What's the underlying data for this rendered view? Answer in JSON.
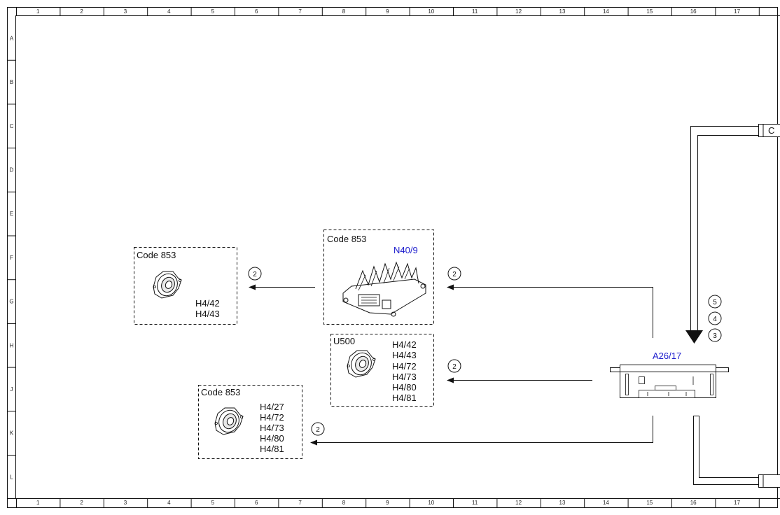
{
  "grid": {
    "columns": [
      "1",
      "2",
      "3",
      "4",
      "5",
      "6",
      "7",
      "8",
      "9",
      "10",
      "11",
      "12",
      "13",
      "14",
      "15",
      "16",
      "17"
    ],
    "rows": [
      "A",
      "B",
      "C",
      "D",
      "E",
      "F",
      "G",
      "H",
      "J",
      "K",
      "L"
    ]
  },
  "components": {
    "speaker_group_left": {
      "code": "Code 853",
      "parts": [
        "H4/42",
        "H4/43"
      ]
    },
    "amplifier": {
      "code": "Code 853",
      "id": "N40/9"
    },
    "speaker_group_u500": {
      "code": "U500",
      "parts": [
        "H4/42",
        "H4/43",
        "H4/72",
        "H4/73",
        "H4/80",
        "H4/81"
      ]
    },
    "speaker_group_bottom": {
      "code": "Code 853",
      "parts": [
        "H4/27",
        "H4/72",
        "H4/73",
        "H4/80",
        "H4/81"
      ]
    },
    "head_unit": {
      "id": "A26/17"
    }
  },
  "connection_markers": {
    "to_left_speakers": "2",
    "to_amplifier": "2",
    "to_u500": "2",
    "to_bottom_speakers": "2",
    "bus_stack": [
      "5",
      "4",
      "3"
    ]
  },
  "offpage_connectors": {
    "top_right": "C"
  },
  "colors": {
    "line": "#111111",
    "component_id": "#1a1acc",
    "background": "#ffffff"
  },
  "icons": {
    "speaker": "speaker-icon",
    "amplifier": "amplifier-icon",
    "head_unit": "head-unit-icon"
  }
}
